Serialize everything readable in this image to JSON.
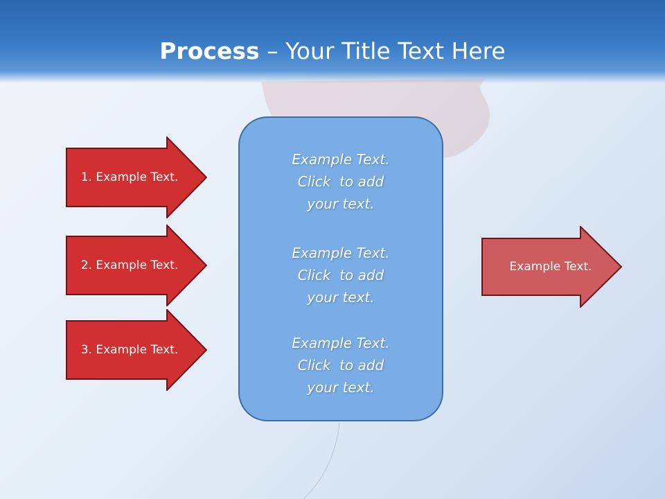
{
  "title": {
    "bold": "Process",
    "rest": " – Your Title Text Here"
  },
  "left_arrows": [
    {
      "label": "1. Example Text."
    },
    {
      "label": "2. Example Text."
    },
    {
      "label": "3. Example Text."
    }
  ],
  "center_box": {
    "blocks": [
      {
        "lines": [
          "Example Text.",
          "Click  to add",
          "your text."
        ]
      },
      {
        "lines": [
          "Example Text.",
          "Click  to add",
          "your text."
        ]
      },
      {
        "lines": [
          "Example Text.",
          "Click  to add",
          "your text."
        ]
      }
    ]
  },
  "right_arrow": {
    "label": "Example Text."
  },
  "colors": {
    "header": "#3a7cc7",
    "left_arrow_fill": "#d03032",
    "arrow_stroke": "#6a1518",
    "right_arrow_fill": "#cc5c5e",
    "center_fill": "#7aade6",
    "center_stroke": "#3e6da6"
  }
}
